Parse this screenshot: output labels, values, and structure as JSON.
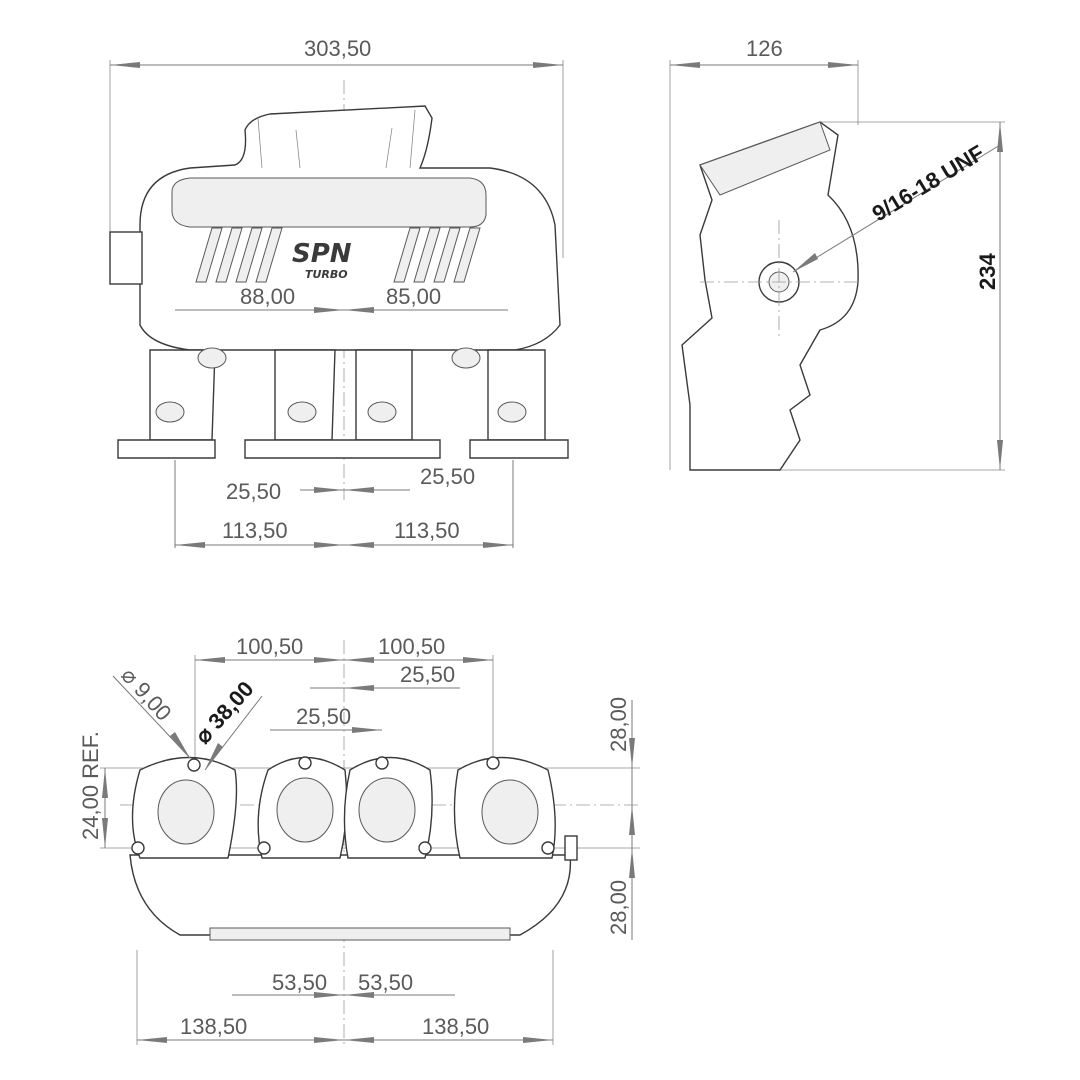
{
  "front_view": {
    "overall_width": "303,50",
    "plenum_left": "88,00",
    "plenum_right": "85,00",
    "runner_left": "25,50",
    "runner_right": "25,50",
    "outer_left": "113,50",
    "outer_right": "113,50",
    "logo_main": "SPN",
    "logo_sub": "TURBO"
  },
  "side_view": {
    "depth": "126",
    "height": "234",
    "thread": "9/16-18 UNF"
  },
  "bottom_view": {
    "pitch_left": "100,50",
    "pitch_right": "100,50",
    "offset_top": "25,50",
    "offset_mid": "25,50",
    "bolt_hole": "9,00",
    "port_diameter": "38,00",
    "ref_height": "24,00 REF.",
    "right_top": "28,00",
    "right_bottom": "28,00",
    "inner_left": "53,50",
    "inner_right": "53,50",
    "outer_left": "138,50",
    "outer_right": "138,50"
  }
}
